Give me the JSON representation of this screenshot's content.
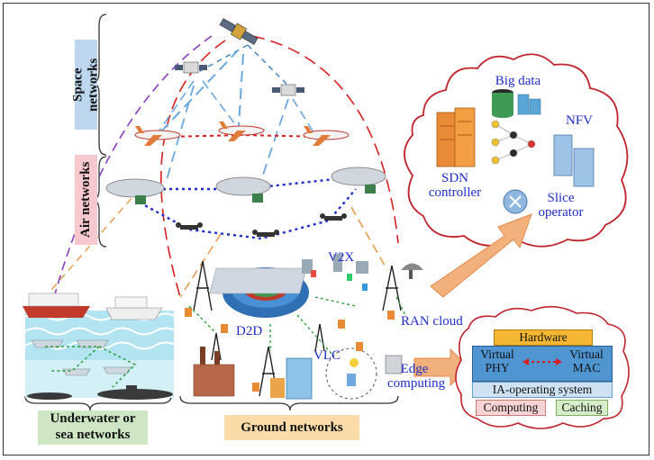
{
  "labels": {
    "space": "Space networks",
    "air": "Air networks",
    "sea_line1": "Underwater or",
    "sea_line2": "sea networks",
    "ground": "Ground networks",
    "v2x": "V2X",
    "d2d": "D2D",
    "vlc": "VLC",
    "ran_cloud": "RAN cloud",
    "edge_line1": "Edge",
    "edge_line2": "computing"
  },
  "cloud": {
    "big_data": "Big data",
    "nfv": "NFV",
    "sdn_line1": "SDN",
    "sdn_line2": "controller",
    "slice_line1": "Slice",
    "slice_line2": "operator"
  },
  "ia_system": {
    "hardware": "Hardware",
    "virtual_phy_line1": "Virtual",
    "virtual_phy_line2": "PHY",
    "virtual_mac_line1": "Virtual",
    "virtual_mac_line2": "MAC",
    "os": "IA-operating system",
    "computing": "Computing",
    "caching": "Caching"
  },
  "colors": {
    "space_bg": "#bcd7ee",
    "air_bg": "#f7c9cf",
    "sea_bg": "#cfe6c4",
    "ground_bg": "#fbdca8",
    "cloud_border": "#c0232b",
    "arrow": "#f2b07c",
    "label_blue": "#1f2ec9",
    "hardware": "#f5b731",
    "virtual_layer": "#4e95d2",
    "os_layer": "#cfe2f3"
  },
  "icons": [
    "satellite-icon",
    "airplane-icon",
    "airship-icon",
    "drone-icon",
    "ship-icon",
    "submarine-icon",
    "cell-tower-icon",
    "stadium-icon",
    "server-icon",
    "database-icon",
    "neural-network-icon",
    "router-icon"
  ]
}
